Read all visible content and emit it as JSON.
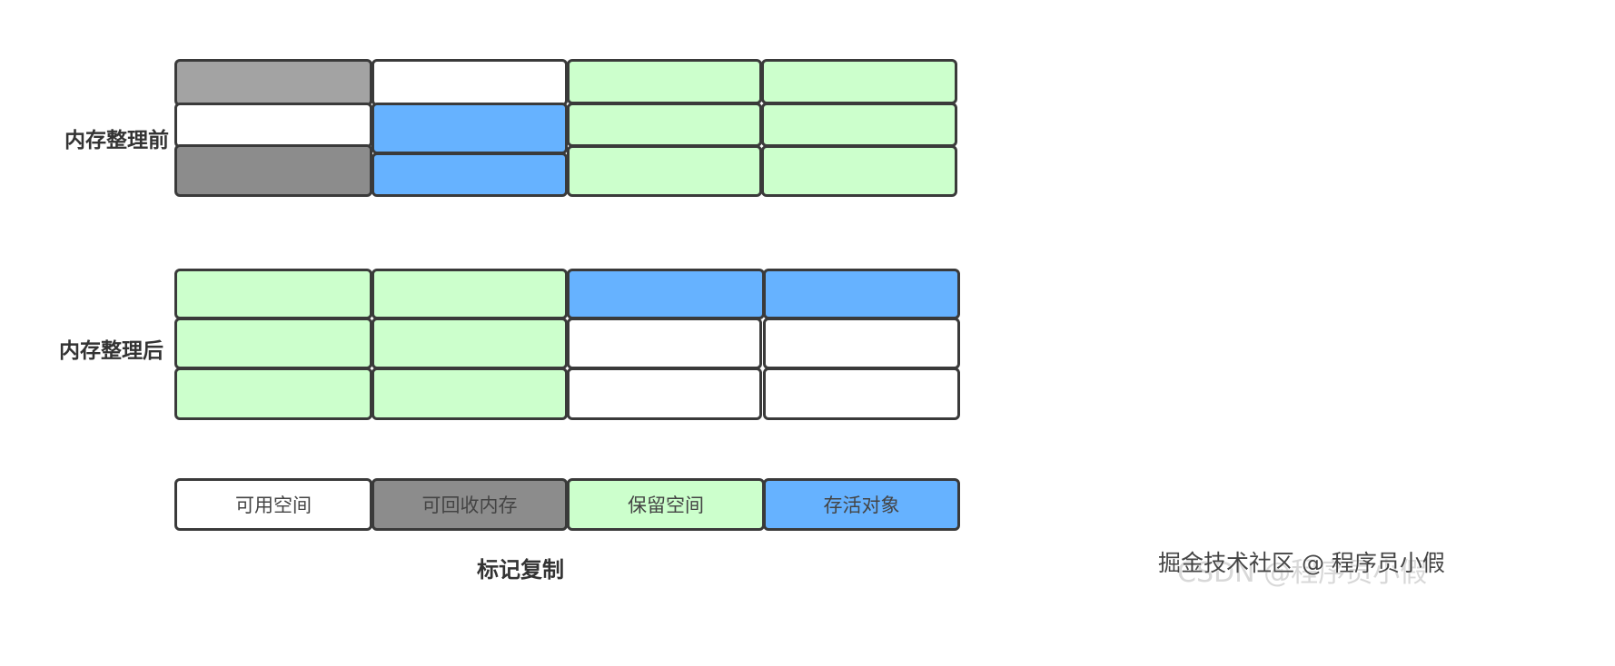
{
  "colors": {
    "free": "#ffffff",
    "reclaimable": "#8c8c8c",
    "reclaimable_light": "#a3a3a3",
    "reserved": "#ccffcc",
    "live": "#66b2ff",
    "border": "#3a3a3a"
  },
  "before": {
    "label": "内存整理前"
  },
  "after": {
    "label": "内存整理后"
  },
  "legend": {
    "items": [
      {
        "label": "可用空间",
        "kind": "free"
      },
      {
        "label": "可回收内存",
        "kind": "reclaimable"
      },
      {
        "label": "保留空间",
        "kind": "reserved"
      },
      {
        "label": "存活对象",
        "kind": "live"
      }
    ]
  },
  "caption": "标记复制",
  "watermark": {
    "text": "掘金技术社区 @ 程序员小假",
    "ghost": "CSDN @程序员小假"
  }
}
